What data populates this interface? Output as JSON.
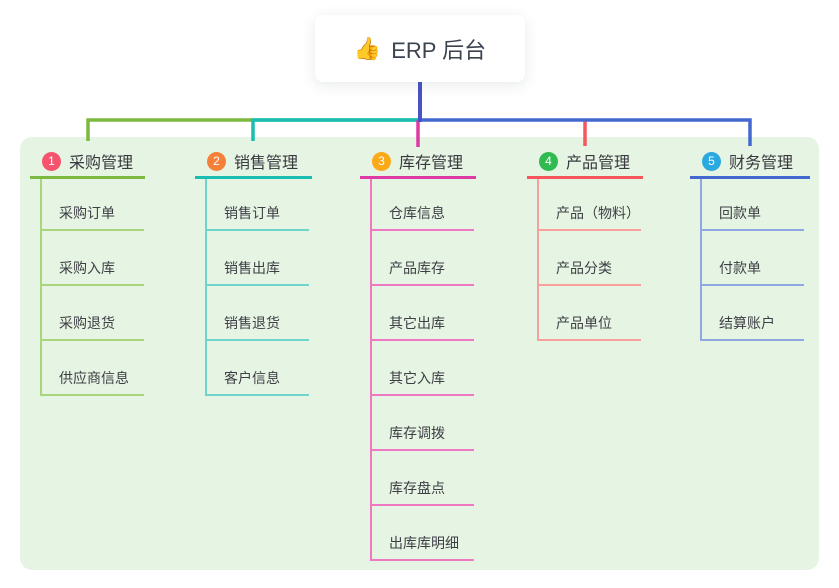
{
  "root": {
    "icon": "👍",
    "label": "ERP 后台"
  },
  "colors": {
    "canvas_bg": "#ffffff",
    "panel_bg": "#e6f5e3",
    "root_line": "#4752c4"
  },
  "branches": [
    {
      "badge": "1",
      "label": "采购管理",
      "colors": {
        "badge": "#f5536e",
        "line": "#7cb93e",
        "child_line": "#a9d57d"
      },
      "children": [
        "采购订单",
        "采购入库",
        "采购退货",
        "供应商信息"
      ]
    },
    {
      "badge": "2",
      "label": "销售管理",
      "colors": {
        "badge": "#f5803a",
        "line": "#19bdb2",
        "child_line": "#6fd4ca"
      },
      "children": [
        "销售订单",
        "销售出库",
        "销售退货",
        "客户信息"
      ]
    },
    {
      "badge": "3",
      "label": "库存管理",
      "colors": {
        "badge": "#fba919",
        "line": "#dd3aa4",
        "child_line": "#ef79c1"
      },
      "children": [
        "仓库信息",
        "产品库存",
        "其它出库",
        "其它入库",
        "库存调拨",
        "库存盘点",
        "出库库明细"
      ]
    },
    {
      "badge": "4",
      "label": "产品管理",
      "colors": {
        "badge": "#2fbb4f",
        "line": "#f7575c",
        "child_line": "#f9a09e"
      },
      "children": [
        "产品（物料）",
        "产品分类",
        "产品单位"
      ]
    },
    {
      "badge": "5",
      "label": "财务管理",
      "colors": {
        "badge": "#29a9e0",
        "line": "#4468d2",
        "child_line": "#8fa8e2"
      },
      "children": [
        "回款单",
        "付款单",
        "结算账户"
      ]
    }
  ]
}
